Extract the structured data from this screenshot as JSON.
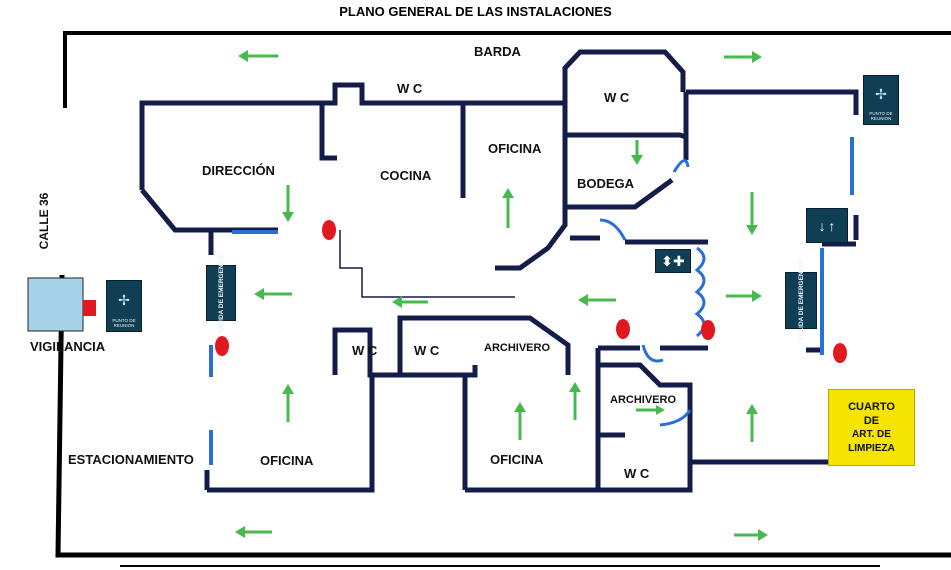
{
  "title": "PLANO GENERAL DE LAS INSTALACIONES",
  "labels": {
    "barda": "BARDA",
    "calle": "CALLE 36",
    "vigilancia": "VIGILANCIA",
    "estacionamiento": "ESTACIONAMIENTO",
    "direccion": "DIRECCIÓN",
    "cocina": "COCINA",
    "oficina": "OFICINA",
    "bodega": "BODEGA",
    "wc": "W C",
    "archivero": "ARCHIVERO"
  },
  "signs": {
    "salida_emergencia": "SALIDA DE EMERGENCIA",
    "punto_reunion": "PUNTO DE REUNION",
    "cuarto": [
      "CUARTO",
      "DE",
      "ART. DE LIMPIEZA"
    ]
  },
  "colors": {
    "wall": "#141c4a",
    "door": "#2a6fd6",
    "arrow": "#49b84e",
    "extinguisher": "#e0181f",
    "vigilancia_box": "#a7d3ea",
    "sign_bg": "#0f3e55",
    "cleaning_room": "#f5e400"
  },
  "icons": [
    "arrow-icon",
    "fire-extinguisher-icon",
    "first-aid-icon",
    "stairs-icon",
    "meeting-point-icon"
  ]
}
